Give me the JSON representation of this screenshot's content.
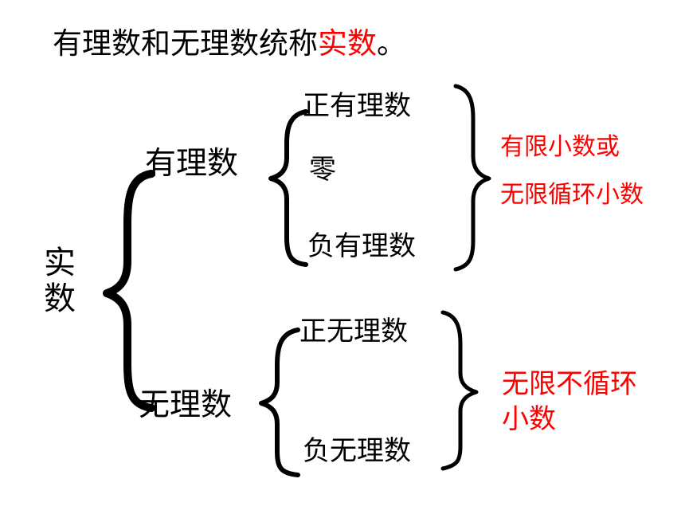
{
  "title": {
    "prefix": "有理数和无理数统称",
    "highlight": "实数",
    "suffix": "。"
  },
  "root": "实数",
  "rational": {
    "label": "有理数",
    "items": [
      "正有理数",
      "零",
      "负有理数"
    ],
    "note_line1": "有限小数或",
    "note_line2": "无限循环小数"
  },
  "irrational": {
    "label": "无理数",
    "items": [
      "正无理数",
      "负无理数"
    ],
    "note": "无限不循环小数"
  },
  "colors": {
    "text": "#000000",
    "highlight": "#ff0000"
  }
}
